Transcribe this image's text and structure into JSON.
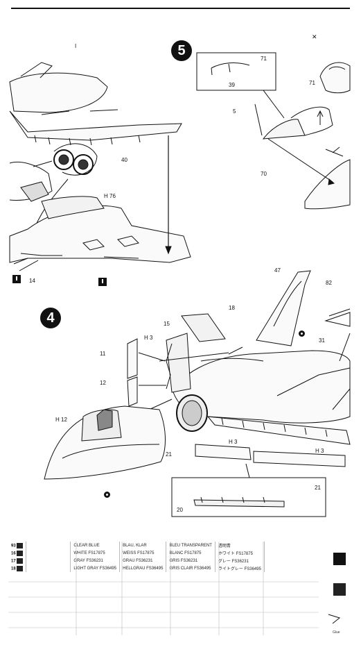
{
  "steps": {
    "step5": "5",
    "step4": "4"
  },
  "labels": {
    "top_i": "I",
    "top_x": "✕",
    "s5_71": "71",
    "s5_39": "39",
    "s5_71b": "71",
    "s5_5": "5",
    "s5_70": "70",
    "l_40": "40",
    "l_h76": "H 76",
    "l_14": "14",
    "s4_47": "47",
    "s4_82": "82",
    "s4_18": "18",
    "s4_15": "15",
    "s4_h3a": "H 3",
    "s4_11": "11",
    "s4_12": "12",
    "s4_31": "31",
    "s4_h12": "H 12",
    "s4_21": "21",
    "s4_h3b": "H 3",
    "s4_h3c": "H 3",
    "s4_21b": "21",
    "s4_20": "20"
  },
  "paint_rows": [
    {
      "num": "93",
      "c1": "CLEAR BLUE",
      "c2": "BLAU, KLAR",
      "c3": "BLEU TRANSPARENT",
      "c4": "透明青"
    },
    {
      "num": "16",
      "c1": "WHITE FS17875",
      "c2": "WEISS FS17875",
      "c3": "BLANC FS17875",
      "c4": "ホワイト FS17875"
    },
    {
      "num": "17",
      "c1": "GRAY FS36231",
      "c2": "GRAU FS36231",
      "c3": "GRIS FS36231",
      "c4": "グレー FS36231"
    },
    {
      "num": "18",
      "c1": "LIGHT GRAY FS36495",
      "c2": "HELLGRAU FS36495",
      "c3": "GRIS CLAIR FS36495",
      "c4": "ライトグレー FS36495"
    }
  ],
  "glue_text": "Glue"
}
